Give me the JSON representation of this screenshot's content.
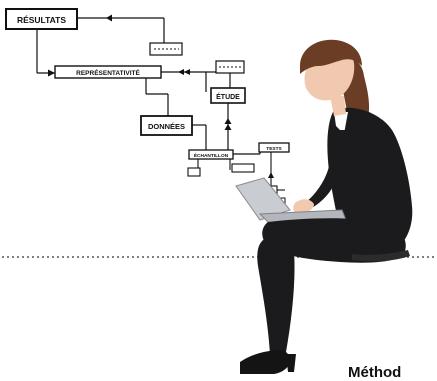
{
  "diagram": {
    "nodes": {
      "resultats": "RÉSULTATS",
      "representativite": "REPRÉSENTATIVITÉ",
      "etude": "ÉTUDE",
      "donnees": "DONNÉES",
      "echantillon": "ÉCHANTILLON",
      "tests": "TESTS"
    }
  },
  "caption": {
    "text": "Méthod"
  },
  "colors": {
    "ink": "#111111",
    "suit": "#1b1b1d",
    "skin": "#f1c9b0",
    "hair": "#6a3d24",
    "shirt": "#ffffff",
    "laptop": "#c9ccd1"
  }
}
